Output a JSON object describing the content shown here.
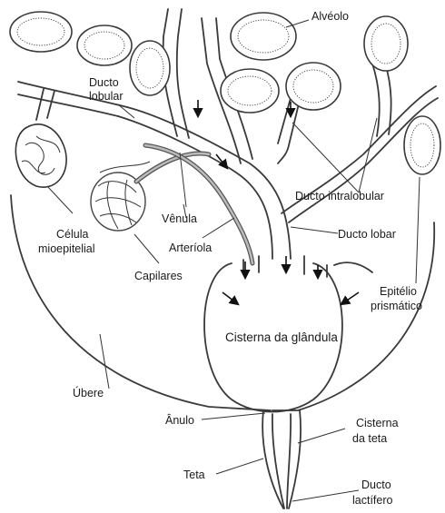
{
  "labels": {
    "alveolo": "Alvéolo",
    "ducto_lobular_1": "Ducto",
    "ducto_lobular_2": "lobular",
    "celula_1": "Célula",
    "celula_2": "mioepitelial",
    "venula": "Vênula",
    "arteriola": "Arteríola",
    "capilares": "Capilares",
    "ducto_intralobular": "Ducto intralobular",
    "ducto_lobar": "Ducto lobar",
    "epitelio_1": "Epitélio",
    "epitelio_2": "prismático",
    "cisterna_glandula": "Cisterna da glândula",
    "ubere": "Úbere",
    "anulo": "Ânulo",
    "cisterna_teta_1": "Cisterna",
    "cisterna_teta_2": "da teta",
    "teta": "Teta",
    "ducto_lactifero_1": "Ducto",
    "ducto_lactifero_2": "lactífero"
  }
}
